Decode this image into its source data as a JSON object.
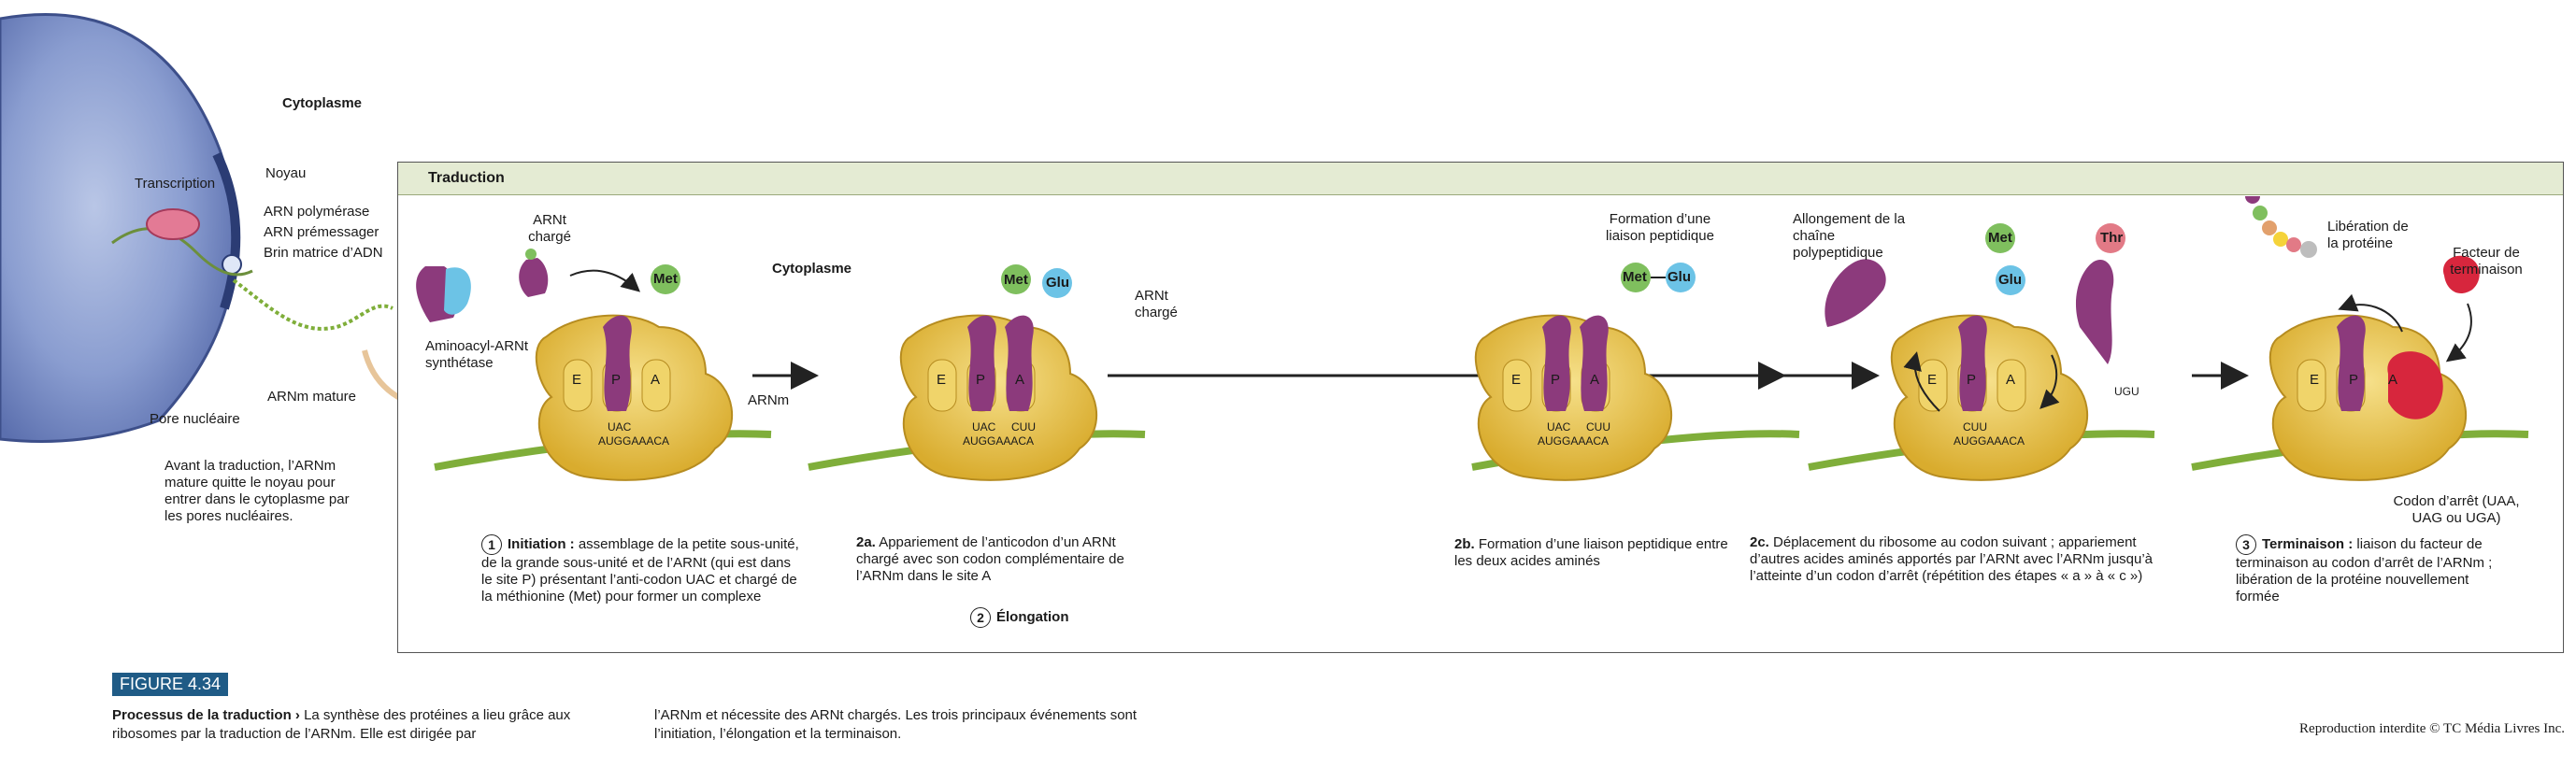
{
  "labels": {
    "cytoplasm_top": "Cytoplasme",
    "nucleus": "Noyau",
    "transcription": "Transcription",
    "rna_polymerase": "ARN polymérase",
    "pre_mrna": "ARN prémessager",
    "dna_template": "Brin matrice d’ADN",
    "nuclear_pore": "Pore nucléaire",
    "mature_mrna": "ARNm mature",
    "before_translation": "Avant la traduction, l’ARNm mature quitte le noyau pour entrer dans le cytoplasme par les pores nucléaires."
  },
  "panel": {
    "title": "Traduction",
    "cytoplasm": "Cytoplasme",
    "charged_trna": "ARNt chargé",
    "synthetase": "Aminoacyl-ARNt synthétase",
    "mrna": "ARNm",
    "charged_trna_2": "ARNt chargé",
    "peptide_bond": "Formation d’une liaison peptidique",
    "elongation_chain": "Allongement de la chaîne polypeptidique",
    "protein_release": "Libération de la protéine",
    "release_factor": "Facteur de terminaison",
    "stop_codon": "Codon d’arrêt (UAA, UAG ou UGA)",
    "sites": [
      "E",
      "P",
      "A"
    ],
    "amino_acids": {
      "met": "Met",
      "glu": "Glu",
      "thr": "Thr"
    },
    "codons": {
      "anticodon_uac": "UAC",
      "anticodon_cuu": "CUU",
      "anticodon_ugu": "UGU",
      "mrna_seq": "AUGGAAACA"
    },
    "step1_num": "1",
    "step1_title": "Initiation :",
    "step1_text": "assemblage de la petite sous-unité, de la grande sous-unité et de l’ARNt (qui est dans le site P) présentant l’anti-codon UAC et chargé de la méthionine (Met) pour former un complexe",
    "step2a_title": "2a.",
    "step2a_text": "Appariement de l’anticodon d’un ARNt chargé avec son codon complémentaire de l’ARNm dans le site A",
    "step2_num": "2",
    "step2_title": "Élongation",
    "step2b_title": "2b.",
    "step2b_text": "Formation d’une liaison peptidique entre les deux acides aminés",
    "step2c_title": "2c.",
    "step2c_text": "Déplacement du ribosome au codon suivant ; appariement d’autres acides aminés apportés par l’ARNt avec l’ARNm jusqu’à l’atteinte d’un codon d’arrêt (répétition des étapes « a » à « c »)",
    "step3_num": "3",
    "step3_title": "Terminaison :",
    "step3_text": "liaison du facteur de terminaison au codon d’arrêt de l’ARNm ; libération de la protéine nouvellement formée"
  },
  "figure": {
    "tag": "FIGURE 4.34",
    "caption_title": "Processus de la traduction",
    "caption_arrow": "›",
    "caption_part1": "La synthèse des protéines a lieu grâce aux ribosomes par la traduction de l’ARNm. Elle est dirigée par",
    "caption_part2": "l’ARNm et nécessite des ARNt chargés. Les trois principaux événements sont l’initiation, l’élongation et la terminaison.",
    "copyright": "Reproduction interdite © TC Média Livres Inc."
  },
  "colors": {
    "ribosome": "#e8c24a",
    "trna": "#8c3a7c",
    "mrna": "#7fae3a",
    "met": "#7fbf5e",
    "glu": "#6cc3e6",
    "thr": "#e27a86",
    "release_factor": "#d7263d",
    "panel_header": "#e4ebd3",
    "figure_tag": "#1f5b86"
  }
}
